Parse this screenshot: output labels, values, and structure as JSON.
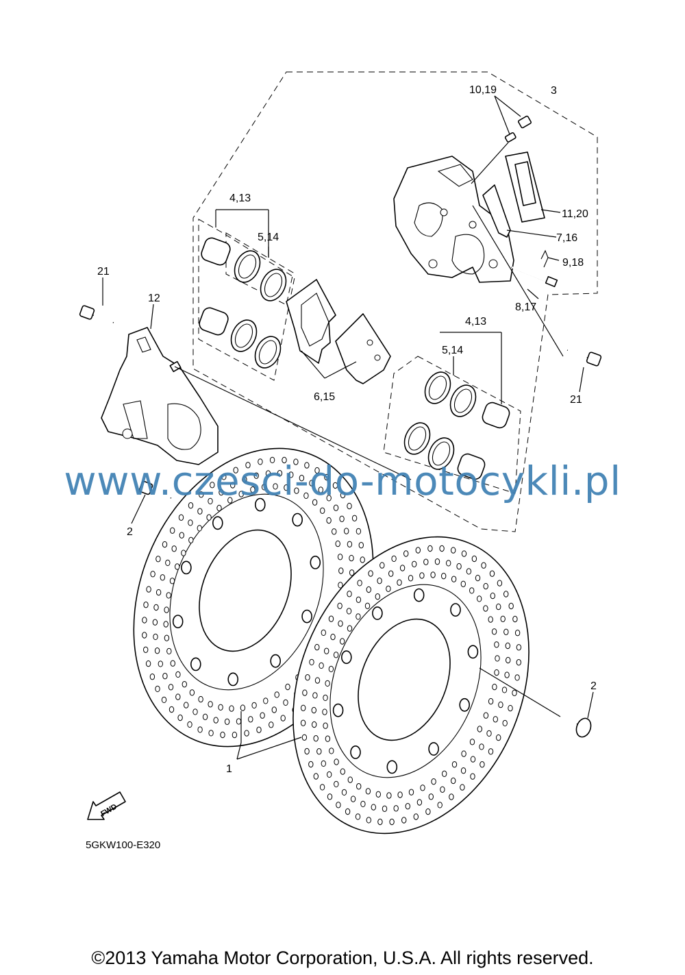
{
  "callouts": {
    "c1": "1",
    "c2a": "2",
    "c2b": "2",
    "c3": "3",
    "c4_13a": "4,13",
    "c4_13b": "4,13",
    "c5_14a": "5,14",
    "c5_14b": "5,14",
    "c6_15": "6,15",
    "c7_16": "7,16",
    "c8_17": "8,17",
    "c9_18": "9,18",
    "c10_19": "10,19",
    "c11_20": "11,20",
    "c12": "12",
    "c21a": "21",
    "c21b": "21"
  },
  "fwd_label": "FWD",
  "diagram_code": "5GKW100-E320",
  "watermark": "www.czesci-do-motocykli.pl",
  "copyright": "©2013 Yamaha Motor Corporation, U.S.A. All rights reserved.",
  "colors": {
    "watermark": "#3d7fb3",
    "line": "#000000",
    "background": "#ffffff"
  }
}
